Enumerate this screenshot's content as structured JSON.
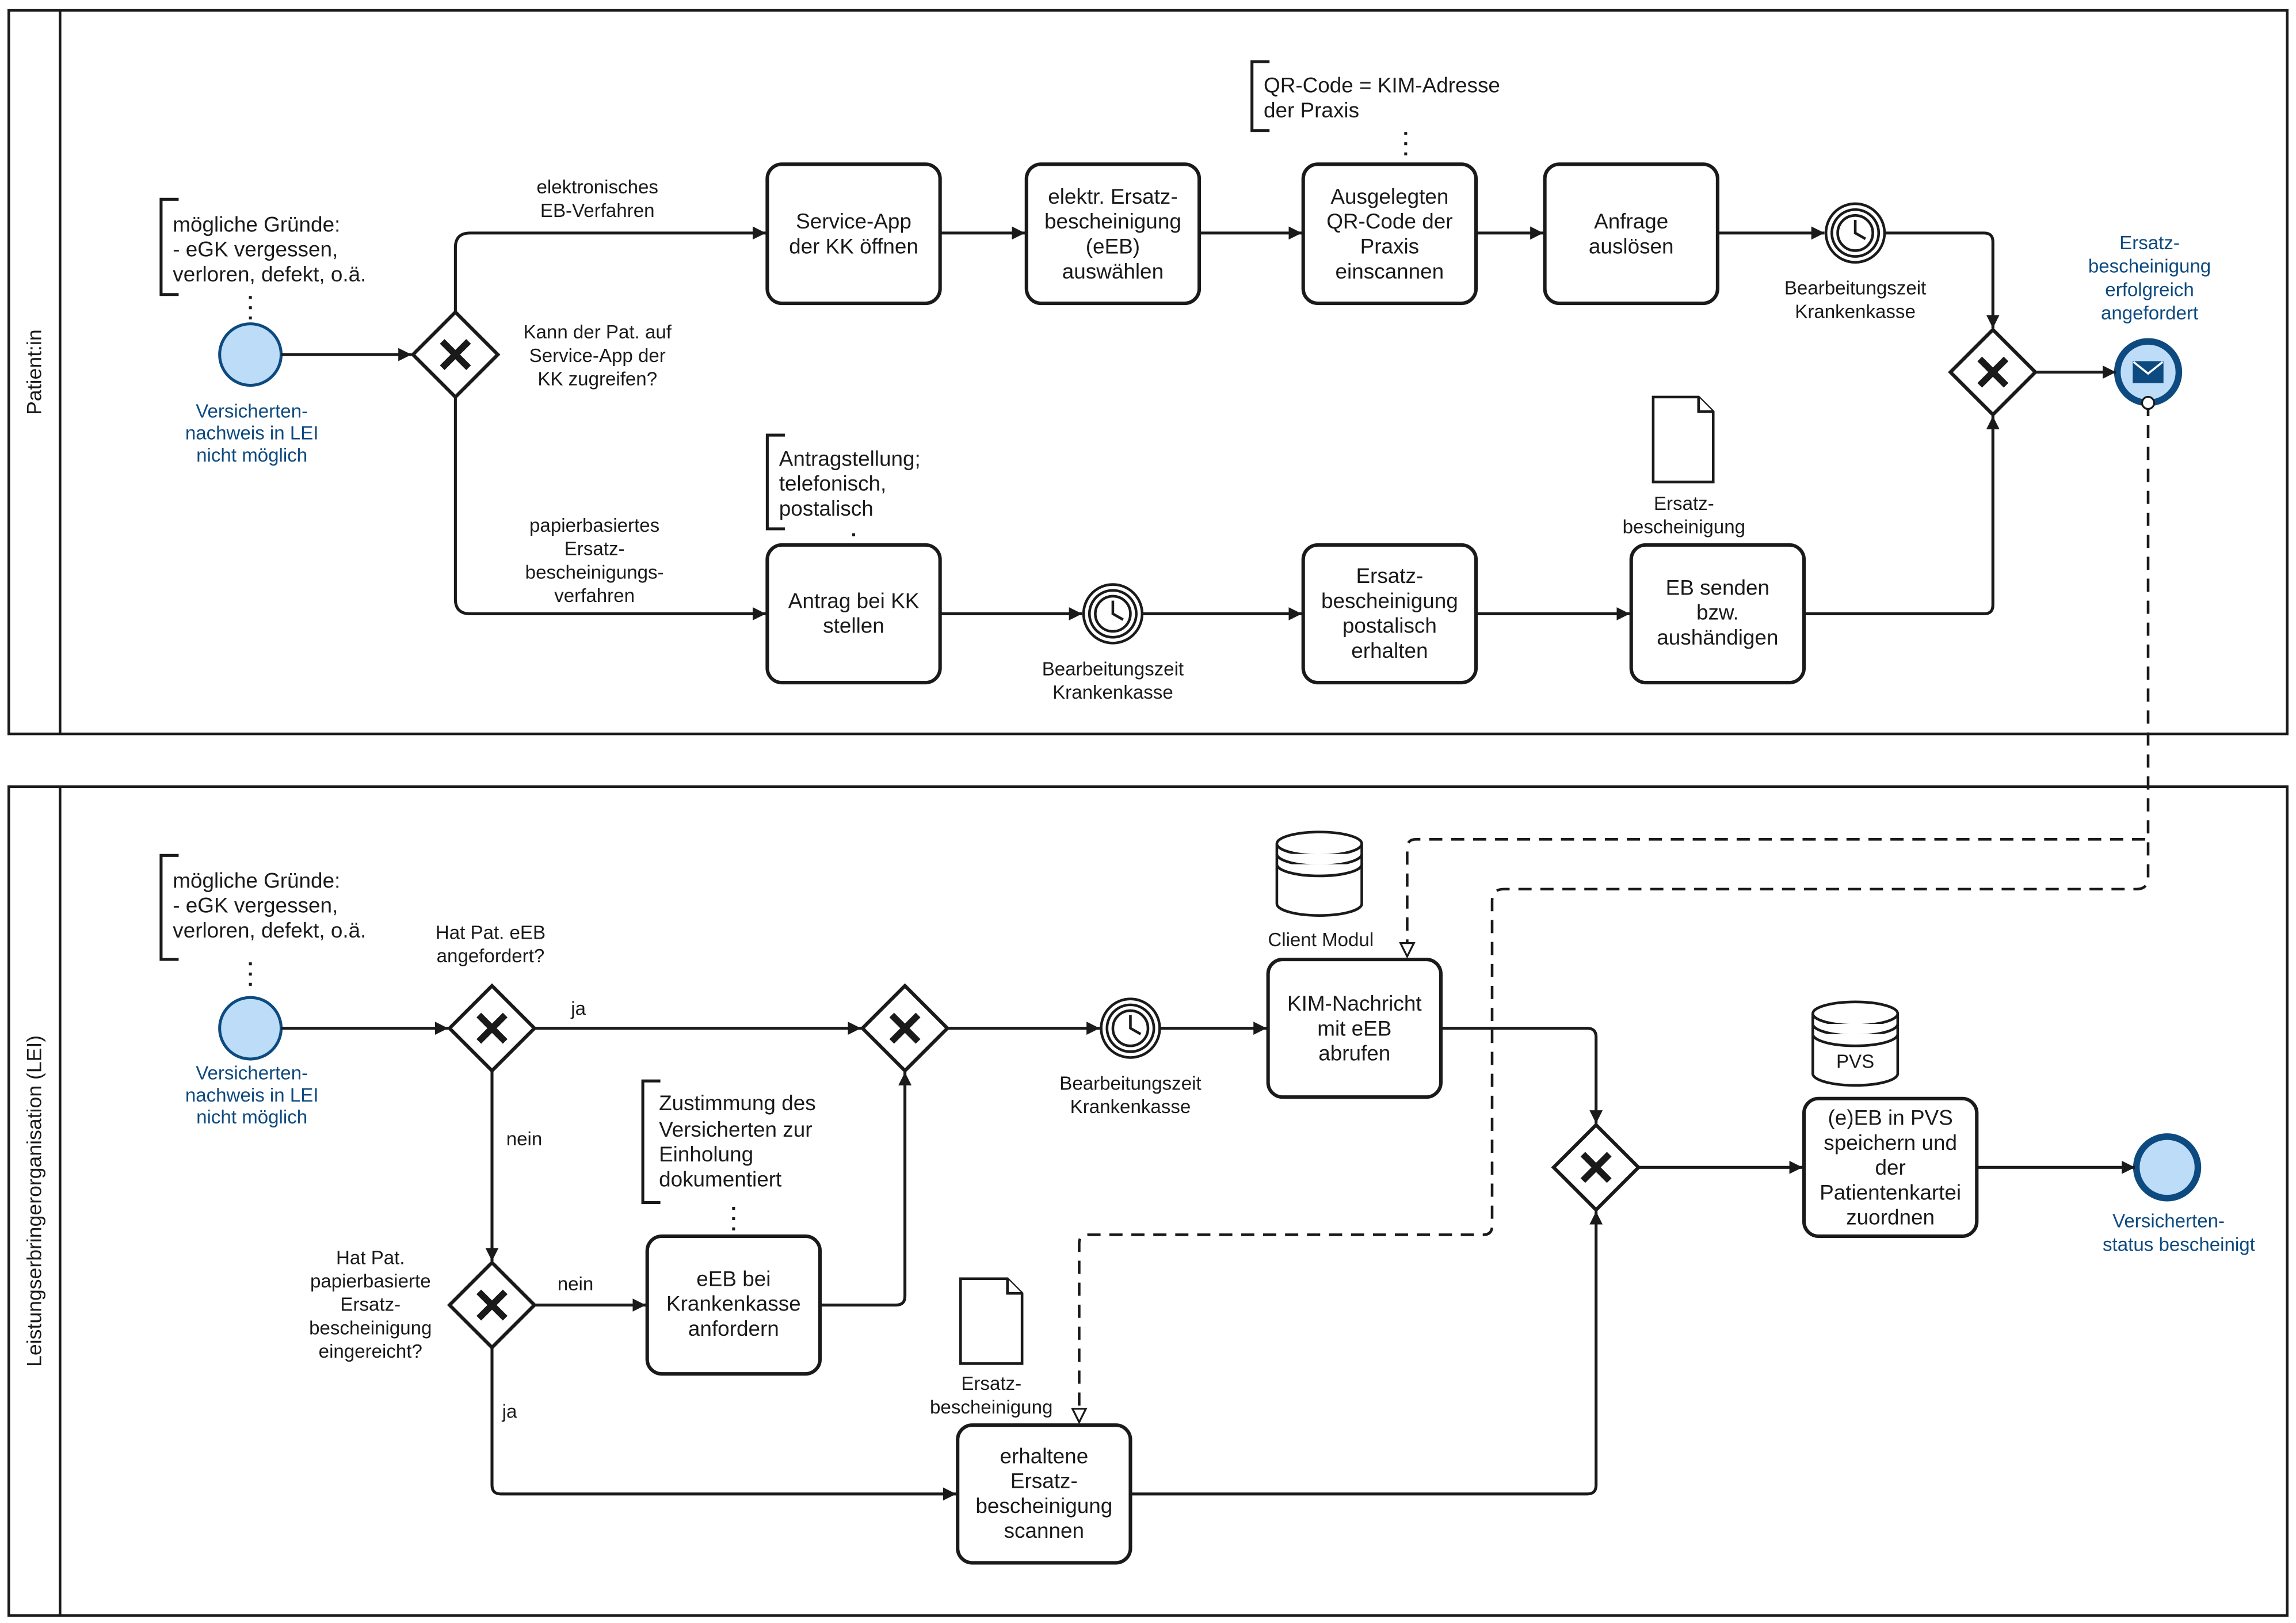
{
  "pools": {
    "patient": {
      "label": "Patient:in"
    },
    "lei": {
      "label": "Leistungserbringerorganisation (LEI)"
    }
  },
  "patient": {
    "start_event": [
      "Versicherten-",
      "nachweis in LEI",
      "nicht möglich"
    ],
    "annotation_reasons": [
      "mögliche Gründe:",
      "- eGK vergessen,",
      "verloren, defekt, o.ä."
    ],
    "gateway_question": [
      "Kann der Pat. auf",
      "Service-App der",
      "KK zugreifen?"
    ],
    "flow_electronic": [
      "elektronisches",
      "EB-Verfahren"
    ],
    "flow_paper": [
      "papierbasiertes",
      "Ersatz-",
      "bescheinigungs-",
      "verfahren"
    ],
    "task_service_app": [
      "Service-App",
      "der KK öffnen"
    ],
    "task_select_eeb": [
      "elektr. Ersatz-",
      "bescheinigung",
      "(eEB)",
      "auswählen"
    ],
    "task_scan_qr": [
      "Ausgelegten",
      "QR-Code der",
      "Praxis",
      "einscannen"
    ],
    "task_request": [
      "Anfrage",
      "auslösen"
    ],
    "annotation_qr": [
      "QR-Code = KIM-Adresse",
      "der Praxis"
    ],
    "timer_top": [
      "Bearbeitungszeit",
      "Krankenkasse"
    ],
    "end_event": [
      "Ersatz-",
      "bescheinigung",
      "erfolgreich",
      "angefordert"
    ],
    "annotation_application": [
      "Antragstellung;",
      "telefonisch,",
      "postalisch"
    ],
    "task_application": [
      "Antrag bei KK",
      "stellen"
    ],
    "timer_bottom": [
      "Bearbeitungszeit",
      "Krankenkasse"
    ],
    "task_receive": [
      "Ersatz-",
      "bescheinigung",
      "postalisch",
      "erhalten"
    ],
    "doc_label": [
      "Ersatz-",
      "bescheinigung"
    ],
    "task_send": [
      "EB senden",
      "bzw.",
      "aushändigen"
    ]
  },
  "lei": {
    "start_event": [
      "Versicherten-",
      "nachweis in LEI",
      "nicht möglich"
    ],
    "annotation_reasons": [
      "mögliche Gründe:",
      "- eGK vergessen,",
      "verloren, defekt, o.ä."
    ],
    "gateway1_question": [
      "Hat Pat. eEB",
      "angefordert?"
    ],
    "yes1": "ja",
    "no1": "nein",
    "gateway2_question": [
      "Hat Pat.",
      "papierbasierte",
      "Ersatz-",
      "bescheinigung",
      "eingereicht?"
    ],
    "no2": "nein",
    "yes2": "ja",
    "annotation_consent": [
      "Zustimmung des",
      "Versicherten zur",
      "Einholung",
      "dokumentiert"
    ],
    "task_request_eeb": [
      "eEB bei",
      "Krankenkasse",
      "anfordern"
    ],
    "timer": [
      "Bearbeitungszeit",
      "Krankenkasse"
    ],
    "store_client": "Client Modul",
    "task_kim": [
      "KIM-Nachricht",
      "mit eEB",
      "abrufen"
    ],
    "doc_label": [
      "Ersatz-",
      "bescheinigung"
    ],
    "task_scan": [
      "erhaltene",
      "Ersatz-",
      "bescheinigung",
      "scannen"
    ],
    "store_pvs": "PVS",
    "task_save": [
      "(e)EB in PVS",
      "speichern und",
      "der",
      "Patientenkartei",
      "zuordnen"
    ],
    "end_event": [
      "Versicherten-",
      "status bescheinigt"
    ]
  }
}
